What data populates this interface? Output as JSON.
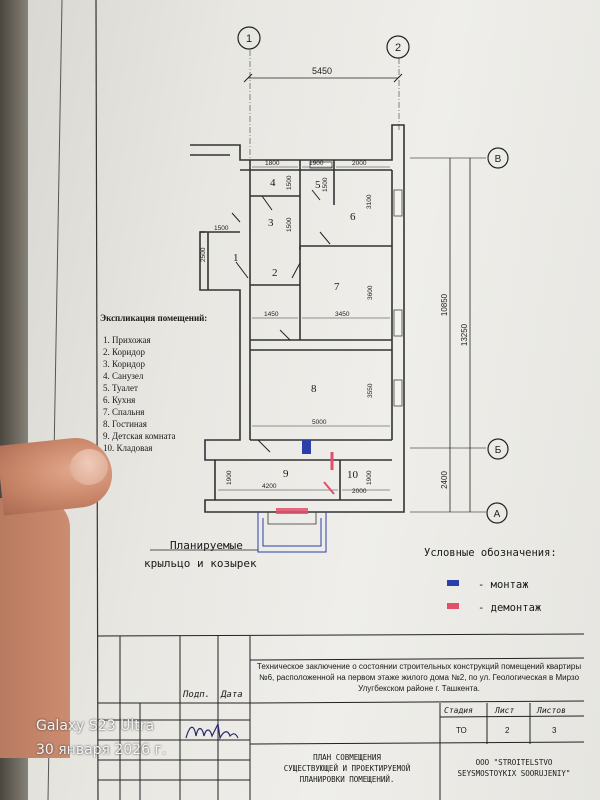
{
  "axes": {
    "a1": "1",
    "a2": "2",
    "aB": "В",
    "aBe": "Б",
    "aA": "А"
  },
  "dims": {
    "top": "5450",
    "d1800": "1800",
    "d1900": "1900",
    "d2000": "2000",
    "d1500a": "1500",
    "d1500b": "1500",
    "d1500c": "1500",
    "d3100": "3100",
    "d2500": "2500",
    "d1450": "1450",
    "d3450": "3450",
    "d3600": "3600",
    "d5000": "5000",
    "d3550": "3550",
    "d4200": "4200",
    "d2000b": "2000",
    "d1900v": "1900",
    "d1900w": "1900",
    "d10850": "10850",
    "d13250": "13250",
    "d2400": "2400"
  },
  "rooms": [
    "1",
    "2",
    "3",
    "4",
    "5",
    "6",
    "7",
    "8",
    "9",
    "10"
  ],
  "explication": {
    "title": "Экспликация помещений:",
    "items": [
      "1. Прихожая",
      "2. Коридор",
      "3. Коридор",
      "4. Санузел",
      "5. Туалет",
      "6. Кухня",
      "7. Спальня",
      "8. Гостиная",
      "9. Детская комната",
      "10. Кладовая"
    ]
  },
  "planned": {
    "line1": "Планируемые",
    "line2": "крыльцо и козырек"
  },
  "legend": {
    "title": "Условные обозначения:",
    "montazh": "- монтаж",
    "demontazh": "- демонтаж",
    "colors": {
      "montazh": "#2a3fa8",
      "demontazh": "#e0506a"
    }
  },
  "stamp": {
    "description": "Техническое заключение о состоянии строительных конструкций  помещений квартиры №6, расположенной на первом этаже жилого дома №2,  по ул. Геологическая в Мирзо Улугбекском районе г. Ташкента.",
    "podp": "Подп.",
    "data": "Дата",
    "stadiya": "Стадия",
    "list": "Лист",
    "listov": "Листов",
    "stadiya_val": "ТО",
    "list_val": "2",
    "listov_val": "3",
    "plan1": "ПЛАН СОВМЕЩЕНИЯ",
    "plan2": "СУЩЕСТВУЮЩЕЙ И ПРОЕКТИРУЕМОЙ",
    "plan3": "ПЛАНИРОВКИ ПОМЕЩЕНИЙ.",
    "org1": "ООО   \"STROITELSTVO",
    "org2": "SEYSMOSTOYKIX SOORUJENIY\""
  },
  "watermark": {
    "device": "Galaxy S23 Ultra",
    "date": "30 января 2026 г."
  }
}
